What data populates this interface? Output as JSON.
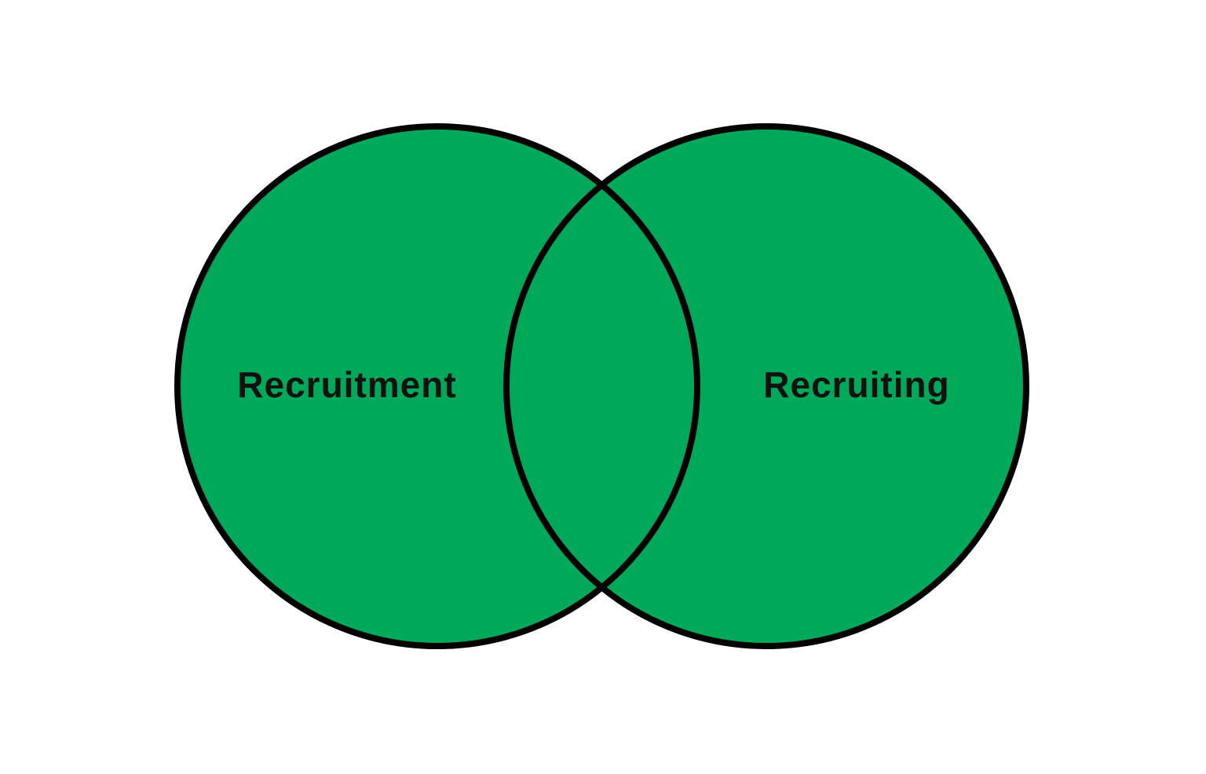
{
  "diagram": {
    "type": "venn",
    "colors": {
      "fill": "#00A85A",
      "stroke": "#000000",
      "label": "#111111",
      "background": "#ffffff"
    },
    "sets": [
      {
        "label": "Recruitment"
      },
      {
        "label": "Recruiting"
      }
    ]
  }
}
